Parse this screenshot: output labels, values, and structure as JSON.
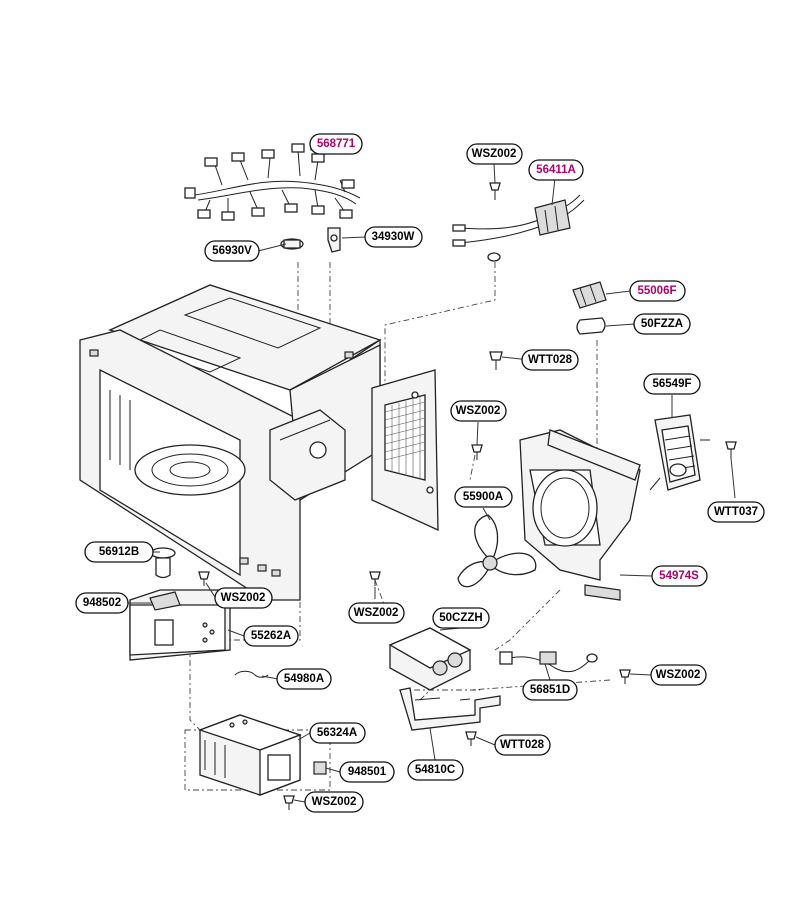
{
  "colors": {
    "highlight": "#b0006a",
    "normal": "#000000",
    "line": "#222222"
  },
  "labels": {
    "568771": "568771",
    "56930V": "56930V",
    "34930W": "34930W",
    "WSZ002_top": "WSZ002",
    "56411A": "56411A",
    "55006F": "55006F",
    "50FZZA": "50FZZA",
    "WTT028_top": "WTT028",
    "56549F": "56549F",
    "WSZ002_mid": "WSZ002",
    "55900A": "55900A",
    "WTT037": "WTT037",
    "54974S": "54974S",
    "56912B": "56912B",
    "WSZ002_left": "WSZ002",
    "948502": "948502",
    "55262A": "55262A",
    "WSZ002_center": "WSZ002",
    "50CZZH": "50CZZH",
    "54980A": "54980A",
    "WSZ002_right": "WSZ002",
    "56851D": "56851D",
    "56324A": "56324A",
    "WTT028_bottom": "WTT028",
    "948501": "948501",
    "54810C": "54810C",
    "WSZ002_bottom": "WSZ002"
  }
}
